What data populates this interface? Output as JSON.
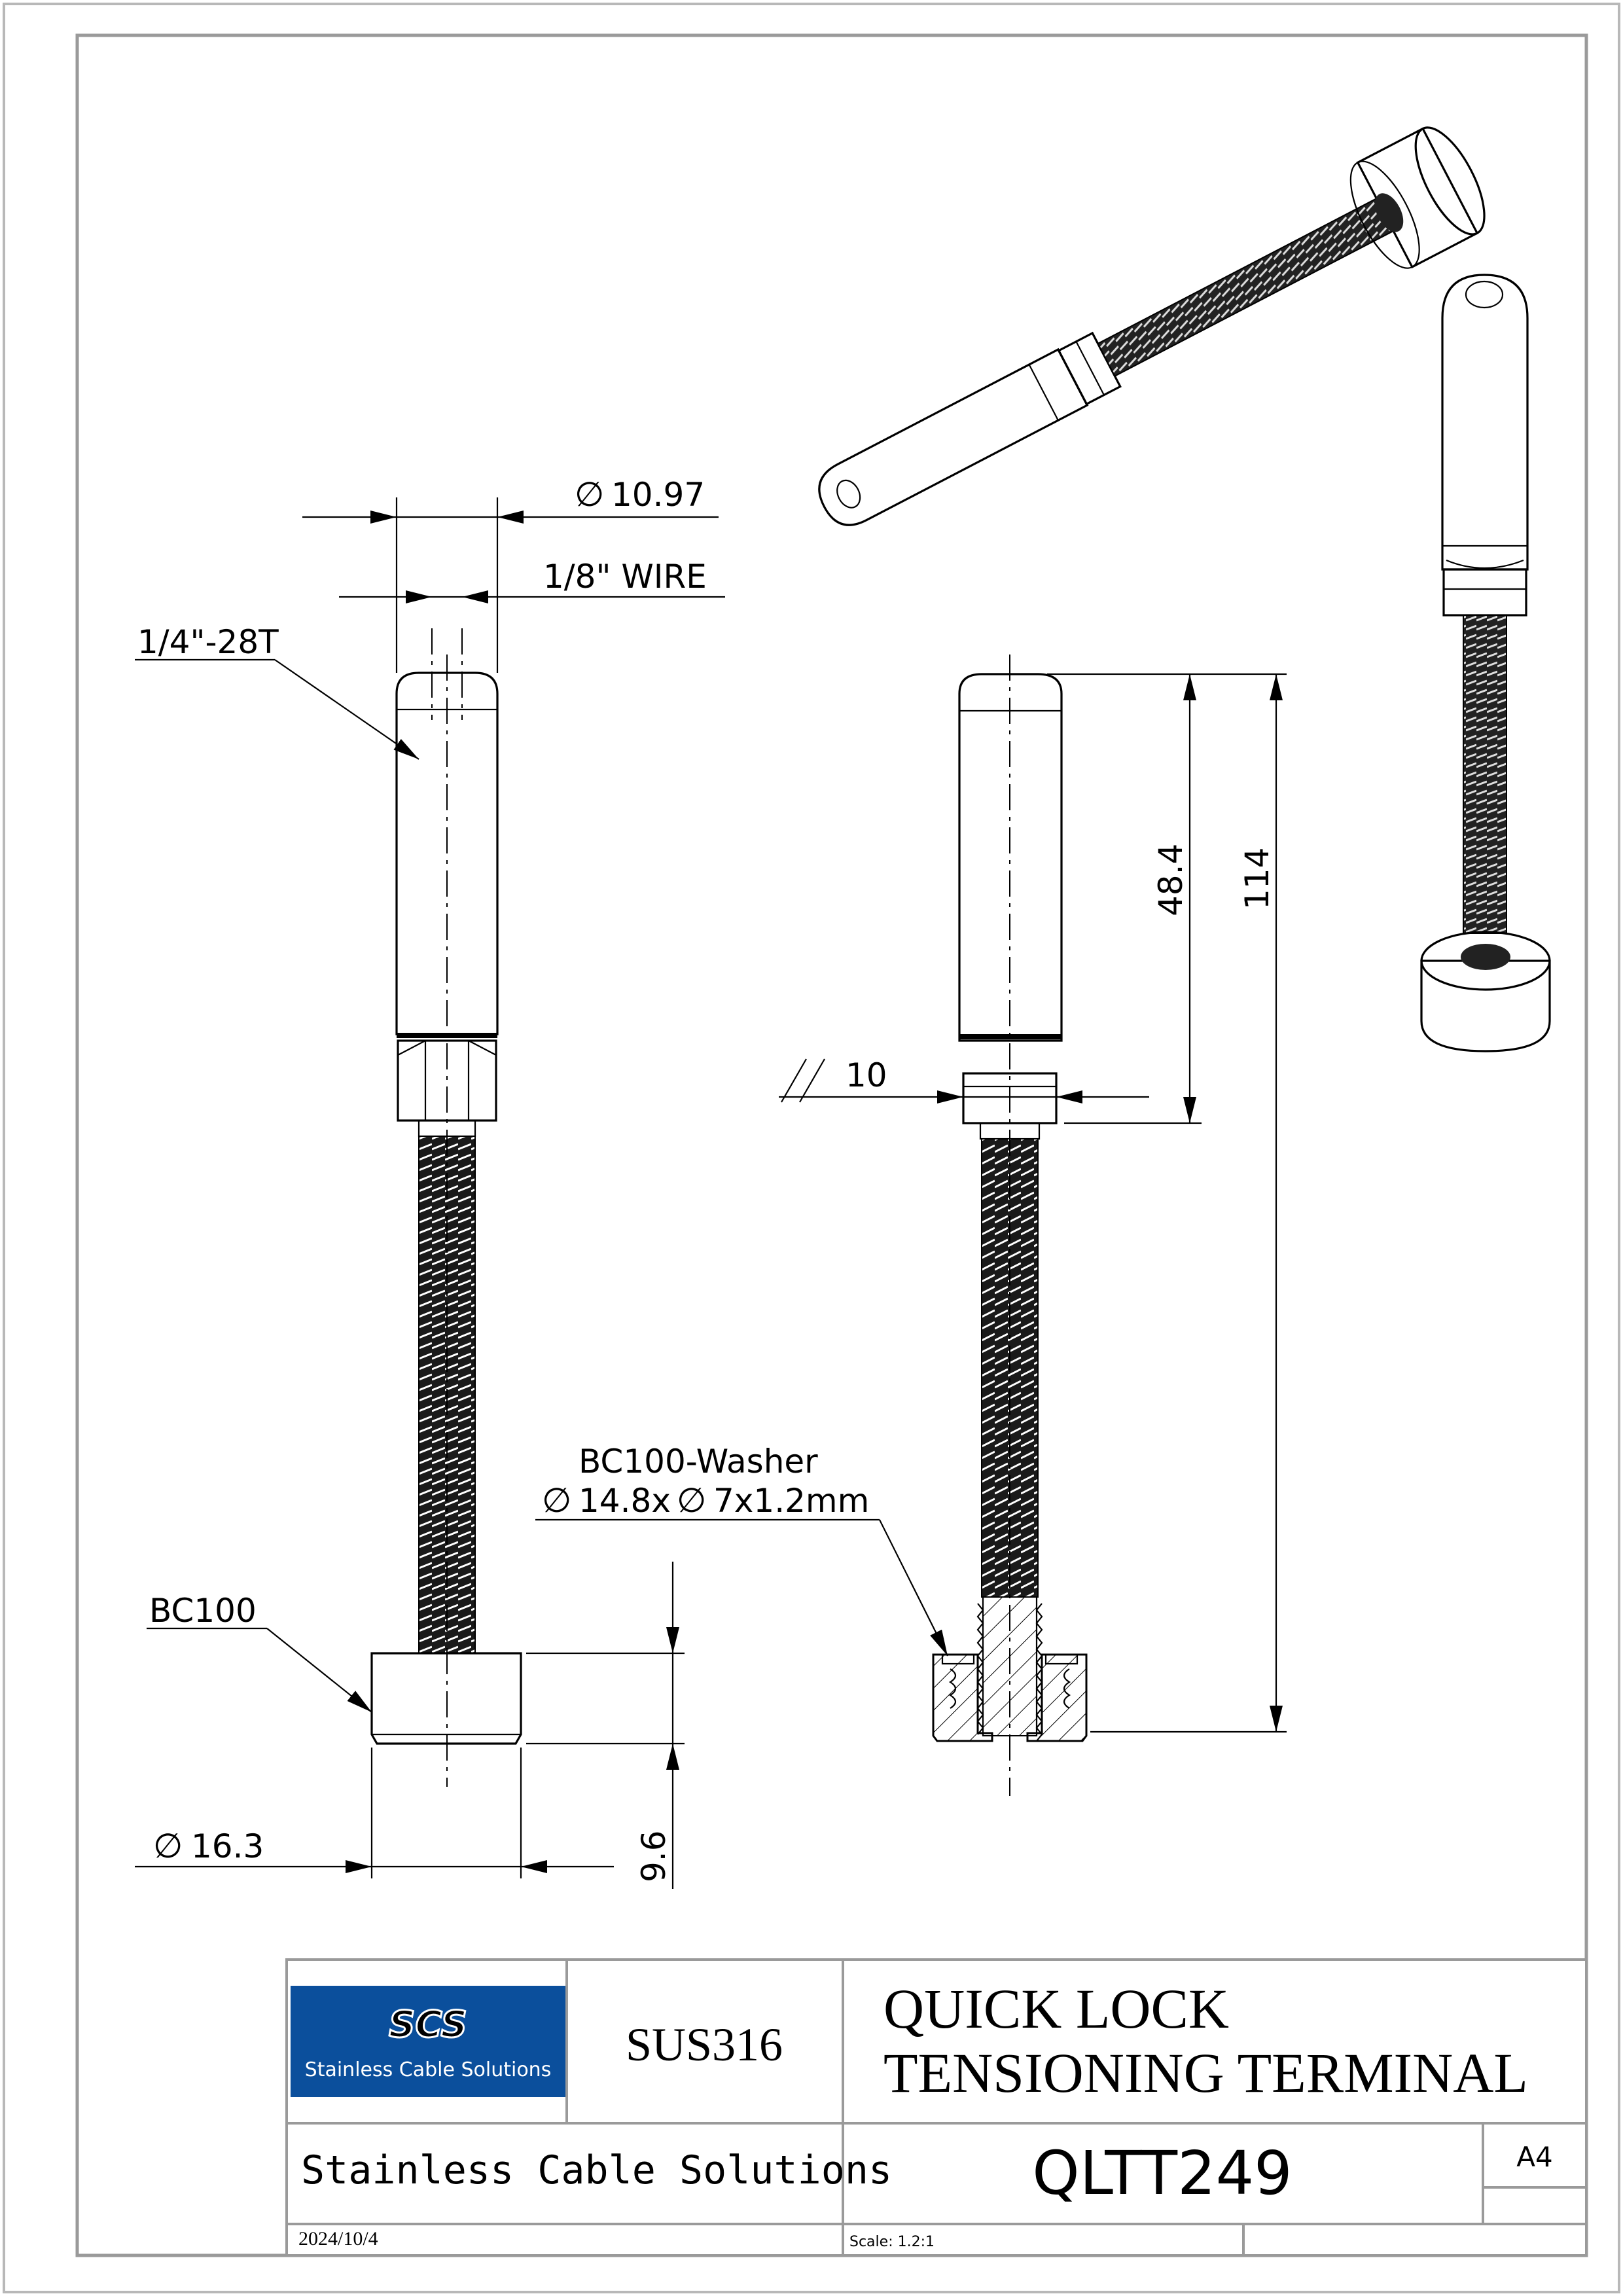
{
  "dimensions": {
    "dia_top": "10.97",
    "wire": "1/8\" WIRE",
    "thread": "1/4\"-28T",
    "bc100": "BC100",
    "dia_base": "16.3",
    "height_base": "9.6",
    "across_flats": "10",
    "len_sleeve": "48.4",
    "len_total": "114",
    "washer_name": "BC100-Washer",
    "washer_spec_a": "14.8x",
    "washer_spec_b": "7x1.2mm",
    "dia_symbol": "∅"
  },
  "title_block": {
    "logo_mark": "SCS",
    "logo_text": "Stainless Cable Solutions",
    "material": "SUS316",
    "title_line1": "QUICK LOCK",
    "title_line2": "TENSIONING TERMINAL",
    "company": "Stainless Cable Solutions",
    "part_number": "QLTT249",
    "sheet_size": "A4",
    "date": "2024/10/4",
    "scale": "Scale: 1.2:1"
  },
  "colors": {
    "logo_bg": "#0b4f9c",
    "ink": "#000000",
    "frame": "#9a9a9a"
  }
}
